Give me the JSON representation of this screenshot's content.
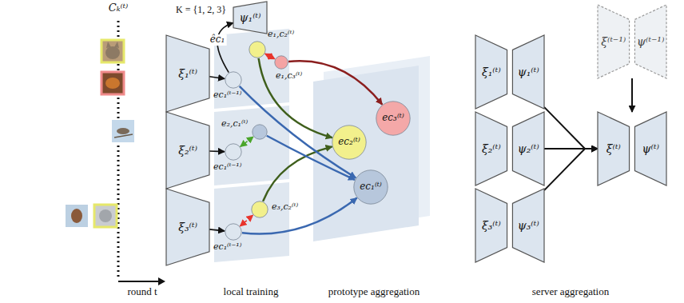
{
  "diagram": {
    "nodes": [
      {
        "text": [
          "ξ₁⁽ᵗ⁾"
        ]
      },
      {
        "text": [
          "ψ₁⁽ᵗ⁾"
        ]
      },
      {
        "text": [
          "ec₁⁽ᵗ⁻¹⁾"
        ]
      },
      {
        "text": [
          "e₁,c₂⁽ᵗ⁾"
        ]
      },
      {
        "text": [
          "e₁,c₃⁽ᵗ⁾"
        ]
      },
      {
        "text": [
          "ξ₂⁽ᵗ⁾"
        ]
      },
      {
        "text": [
          "ec₁⁽ᵗ⁻¹⁾"
        ]
      },
      {
        "text": [
          "e₂,c₁⁽ᵗ⁾"
        ]
      },
      {
        "text": [
          "ξ₃⁽ᵗ⁾"
        ]
      },
      {
        "text": [
          "ec₁⁽ᵗ⁻¹⁾"
        ]
      },
      {
        "text": [
          "e₃,c₂⁽ᵗ⁾"
        ]
      },
      {
        "text": [
          "ec₂⁽ᵗ⁾"
        ]
      },
      {
        "text": [
          "ec₃⁽ᵗ⁾"
        ]
      },
      {
        "text": [
          "ec₁⁽ᵗ⁾"
        ]
      },
      {
        "text": [
          "ξ₁⁽ᵗ⁾",
          "ψ₁⁽ᵗ⁾"
        ]
      },
      {
        "text": [
          "ξ₂⁽ᵗ⁾",
          "ψ₂⁽ᵗ⁾"
        ]
      },
      {
        "text": [
          "ξ₃⁽ᵗ⁾",
          "ψ₃⁽ᵗ⁾"
        ]
      },
      {
        "text": [
          "ξ⁽ᵗ⁻¹⁾",
          "ψ⁽ᵗ⁻¹⁾"
        ]
      },
      {
        "text": [
          "ξ⁽ᵗ⁾",
          "ψ⁽ᵗ⁾"
        ]
      }
    ],
    "edges": [
      {
        "from": 0,
        "to": 2,
        "arrow": "to"
      },
      {
        "from": 2,
        "to": 1,
        "label": "êc₁",
        "arrow": "to"
      },
      {
        "from": 3,
        "to": 4,
        "arrow": "both"
      },
      {
        "from": 5,
        "to": 6,
        "arrow": "to"
      },
      {
        "from": 6,
        "to": 7,
        "arrow": "both"
      },
      {
        "from": 8,
        "to": 9,
        "arrow": "to"
      },
      {
        "from": 9,
        "to": 10,
        "arrow": "both"
      },
      {
        "from": 4,
        "to": 12,
        "arrow": "to"
      },
      {
        "from": 3,
        "to": 11,
        "arrow": "to"
      },
      {
        "from": 10,
        "to": 11,
        "arrow": "to"
      },
      {
        "from": 2,
        "to": 13,
        "arrow": "to"
      },
      {
        "from": 7,
        "to": 13,
        "arrow": "to"
      },
      {
        "from": 9,
        "to": 13,
        "arrow": "to"
      },
      {
        "from": 14,
        "to": 18,
        "arrow": "to"
      },
      {
        "from": 15,
        "to": 18,
        "arrow": "to"
      },
      {
        "from": 16,
        "to": 18,
        "arrow": "to"
      },
      {
        "from": 17,
        "to": 18,
        "arrow": "to"
      }
    ],
    "labels": [
      "Cₖ⁽ᵗ⁾",
      "K = {1, 2, 3}",
      "round t",
      "local training",
      "prototype aggregation",
      "server aggregation"
    ]
  }
}
